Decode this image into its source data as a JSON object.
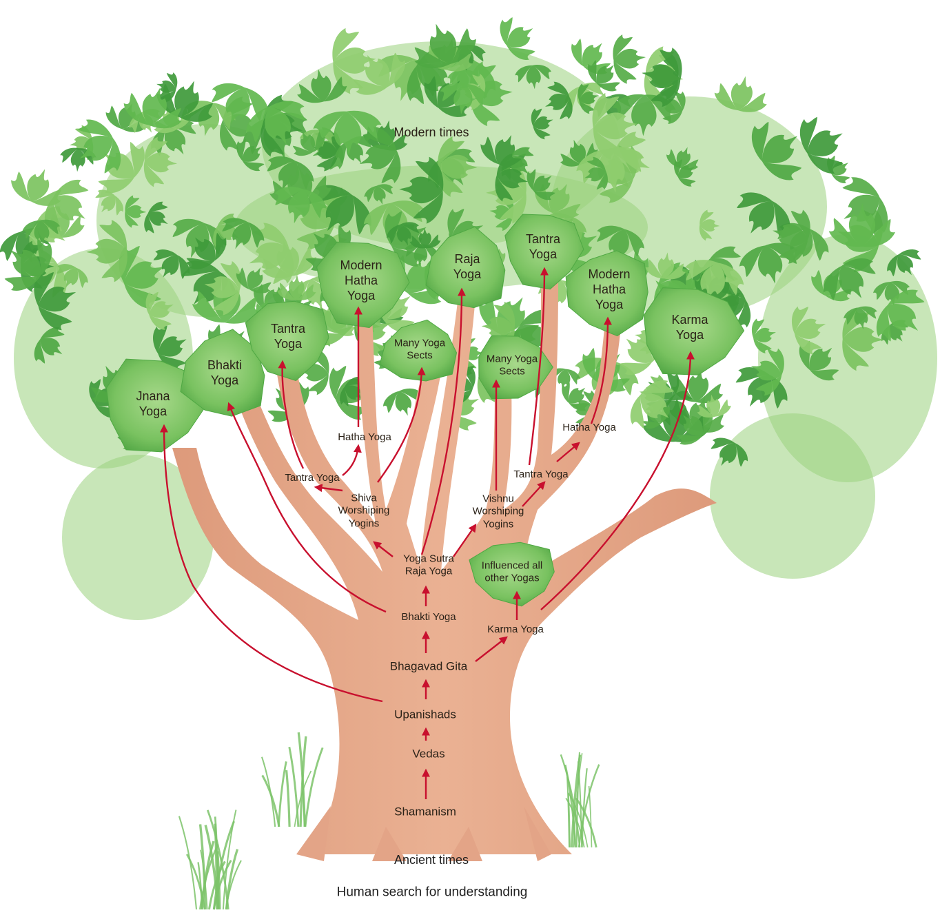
{
  "colors": {
    "trunk": "#e8a98a",
    "trunk_shade": "#d99072",
    "foliage_dark": "#3f9a3b",
    "foliage_mid": "#62b84f",
    "foliage_light": "#a9d98a",
    "arrow": "#c8102e",
    "grass": "#7dc36a"
  },
  "labels": {
    "modern_times": "Modern times",
    "ancient_times": "Ancient times",
    "caption": "Human search for understanding"
  },
  "trunk_nodes": {
    "shamanism": "Shamanism",
    "vedas": "Vedas",
    "upanishads": "Upanishads",
    "bhagavad_gita": "Bhagavad Gita",
    "bhakti_yoga": "Bhakti Yoga",
    "yoga_sutra": "Yoga Sutra\nRaja Yoga",
    "karma_yoga": "Karma Yoga",
    "influenced": "Influenced all\nother Yogas",
    "shiva": "Shiva\nWorshiping\nYogins",
    "vishnu": "Vishnu\nWorshiping\nYogins",
    "tantra_left": "Tantra Yoga",
    "hatha_left": "Hatha Yoga",
    "tantra_right": "Tantra Yoga",
    "hatha_right": "Hatha Yoga"
  },
  "crown_nodes": {
    "jnana": "Jnana\nYoga",
    "bhakti": "Bhakti\nYoga",
    "tantra_1": "Tantra\nYoga",
    "modern_hatha_1": "Modern\nHatha\nYoga",
    "sects_1": "Many Yoga\nSects",
    "raja": "Raja\nYoga",
    "sects_2": "Many Yoga\nSects",
    "tantra_2": "Tantra\nYoga",
    "modern_hatha_2": "Modern\nHatha\nYoga",
    "karma": "Karma\nYoga"
  },
  "icons": {
    "arrow": "arrow-icon",
    "grass": "grass-icon",
    "leaf": "leaf-icon"
  }
}
